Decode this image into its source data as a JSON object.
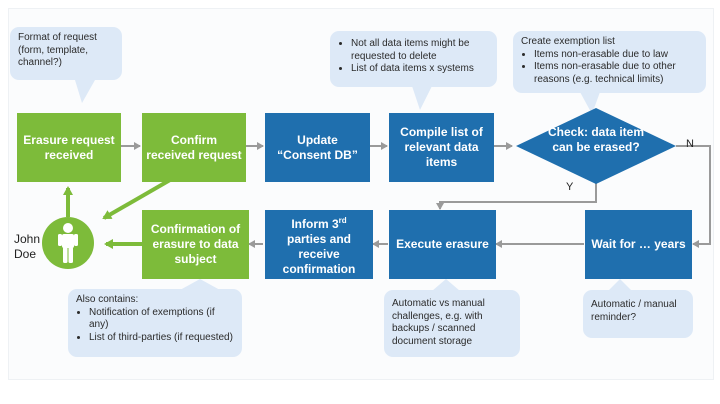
{
  "person": {
    "name_line1": "John",
    "name_line2": "Doe"
  },
  "boxes": {
    "erasure_request": "Erasure request received",
    "confirm_request": "Confirm received request",
    "update_consent": "Update “Consent DB”",
    "compile_list": "Compile list of relevant data items",
    "check_decision": "Check: data item can be erased?",
    "wait_years": "Wait for … years",
    "execute_erasure": "Execute erasure",
    "inform_third_parties": "Inform 3rd parties and receive confirmation",
    "confirmation_erasure": "Confirmation of erasure to data subject"
  },
  "inform_parts": {
    "line1_pre": "Inform 3",
    "line1_sup": "rd",
    "line2": "parties and",
    "line3": "receive",
    "line4": "confirmation"
  },
  "decision_labels": {
    "yes": "Y",
    "no": "N"
  },
  "callouts": {
    "format": {
      "line1": "Format of request",
      "line2": "(form, template,",
      "line3": "channel?)"
    },
    "data_items": [
      "Not all data items might be requested to delete",
      "List of data items x systems"
    ],
    "exemption": {
      "title": "Create exemption list",
      "items": [
        "Items non-erasable due to law",
        "Items non-erasable due to other reasons (e.g. technical limits)"
      ]
    },
    "also_contains": {
      "title": "Also contains:",
      "items": [
        "Notification of exemptions (if any)",
        "List of third-parties (if requested)"
      ]
    },
    "automatic_manual": "Automatic vs manual challenges, e.g. with backups / scanned document storage",
    "reminder": "Automatic / manual reminder?"
  },
  "colors": {
    "green": "#7dbb3a",
    "blue": "#1f6fae",
    "callout": "#dde9f7",
    "arrow": "#9a9a9a",
    "person_circle": "#7dbb3a"
  }
}
